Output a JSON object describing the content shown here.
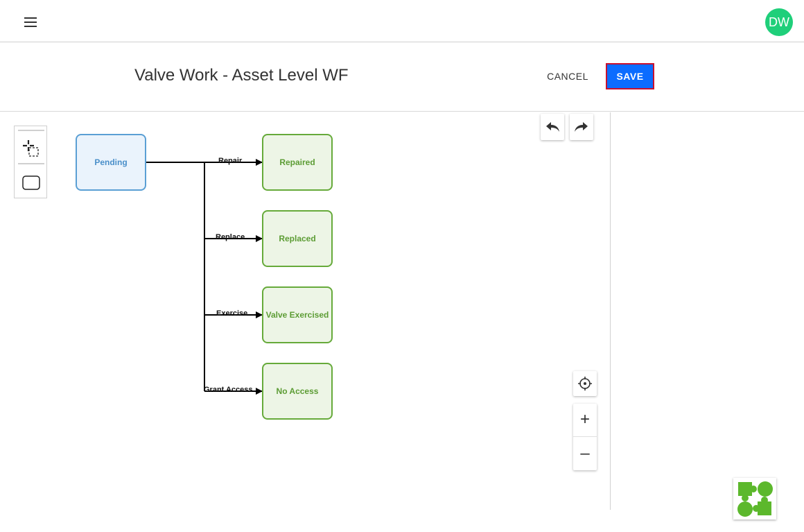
{
  "header": {
    "user_initials": "DW",
    "avatar_color": "#1fcf7a"
  },
  "titlebar": {
    "title": "Valve Work - Asset Level WF",
    "cancel_label": "CANCEL",
    "save_label": "SAVE",
    "save_color": "#0b6cff"
  },
  "palette": {
    "tools": [
      "lasso-select-icon",
      "rounded-rectangle-icon"
    ]
  },
  "workflow": {
    "start_state": "Pending",
    "states": [
      "Repaired",
      "Replaced",
      "Valve Exercised",
      "No Access"
    ],
    "transitions": [
      "Repair",
      "Replace",
      "Exercise",
      "Grant Access"
    ]
  },
  "controls": {
    "undo_icon": "undo-icon",
    "redo_icon": "redo-icon",
    "center_icon": "crosshair-icon",
    "zoom_in_label": "+",
    "zoom_out_label": "–"
  },
  "colors": {
    "start_node_border": "#5a9fd4",
    "end_node_border": "#66aa3a",
    "logo_green": "#5cb82c"
  }
}
